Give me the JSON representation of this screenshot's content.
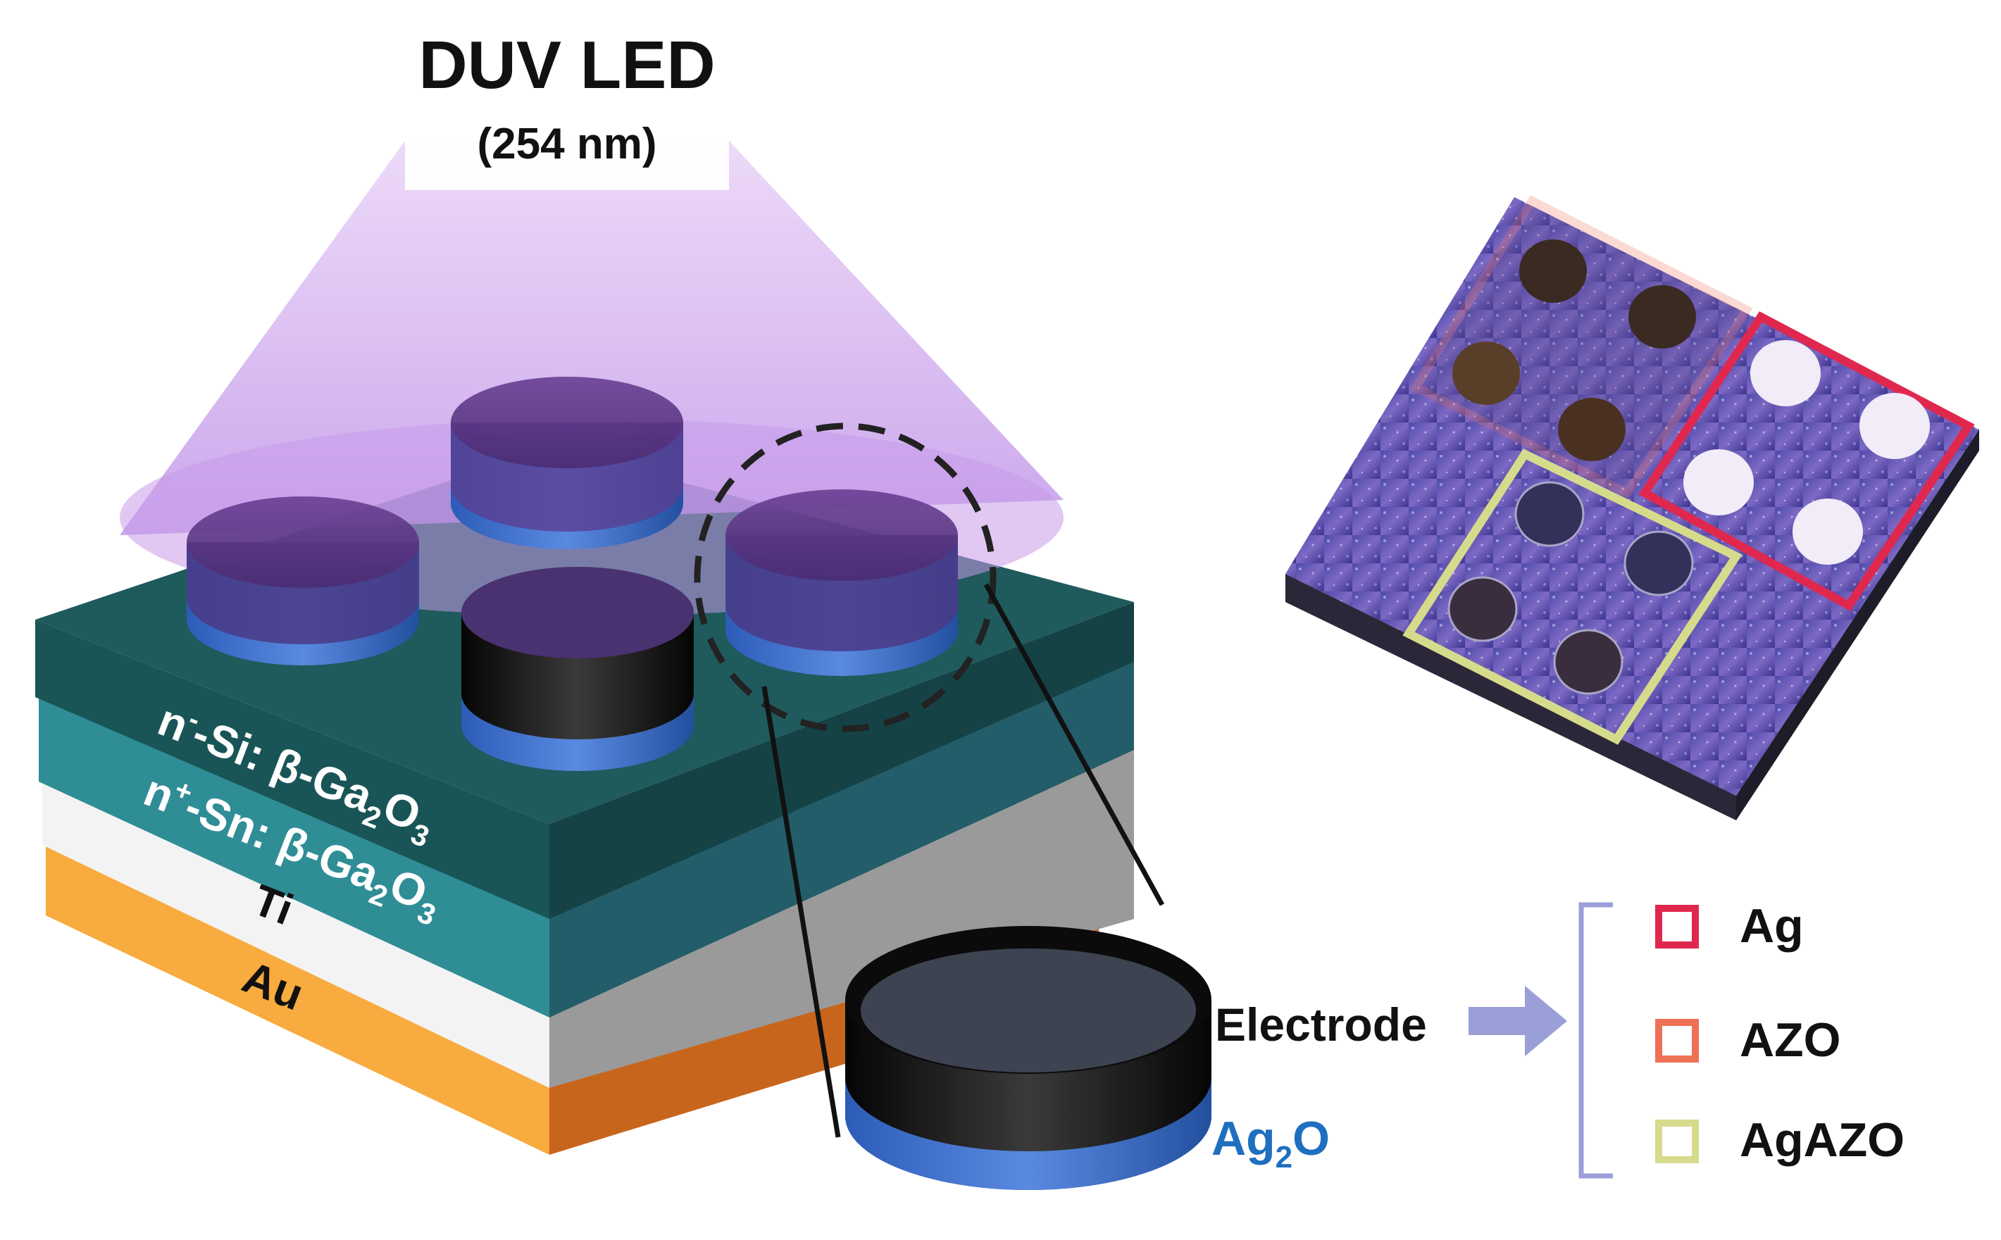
{
  "title": "DUV LED",
  "wavelength": "(254 nm)",
  "layers": {
    "n_si": {
      "prefix": "n",
      "sup": "-",
      "rest": "-Si: β-Ga",
      "sub1": "2",
      "mid": "O",
      "sub2": "3"
    },
    "n_sn": {
      "prefix": "n",
      "sup": "+",
      "rest": "-Sn: β-Ga",
      "sub1": "2",
      "mid": "O",
      "sub2": "3"
    },
    "ti": "Ti",
    "au": "Au"
  },
  "electrode_label": "Electrode",
  "ag2o": {
    "a": "Ag",
    "sub": "2",
    "b": "O"
  },
  "legend": [
    {
      "label": "Ag",
      "color": "#e0284f"
    },
    {
      "label": "AZO",
      "color": "#ee7055"
    },
    {
      "label": "AgAZO",
      "color": "#d6db8c"
    }
  ],
  "colors": {
    "cone": "#c89ce8",
    "nsi_top": "#1f5a5c",
    "nsn_front": "#2f8d96",
    "ti_front": "#f2f2f2",
    "au_front": "#f8ab3e",
    "electrode_blue": "#3a6cc6",
    "label_blue": "#1f6fbf"
  }
}
